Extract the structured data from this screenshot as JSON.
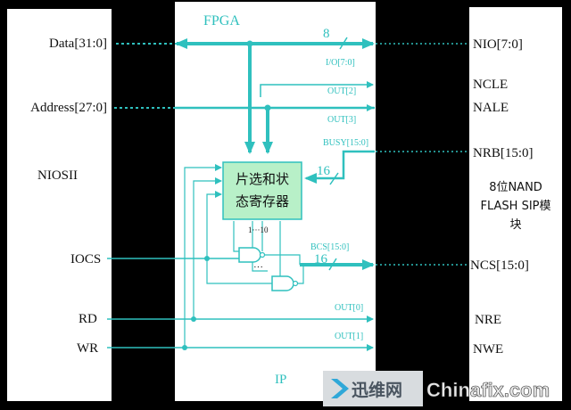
{
  "blocks": {
    "left": {
      "name": "NIOSII"
    },
    "center": {
      "title": "FPGA",
      "footer": "IP",
      "register_label": [
        "片选和状",
        "态寄存器"
      ]
    },
    "right": {
      "name": [
        "8位NAND",
        "FLASH SIP模",
        "块"
      ]
    }
  },
  "left_pins": [
    "Data[31:0]",
    "Address[27:0]",
    "IOCS",
    "RD",
    "WR"
  ],
  "right_pins": [
    "NIO[7:0]",
    "NCLE",
    "NALE",
    "NRB[15:0]",
    "NCS[15:0]",
    "NRE",
    "NWE"
  ],
  "signals": {
    "io": "I/O[7:0]",
    "io_width": "8",
    "out2": "OUT[2]",
    "out3": "OUT[3]",
    "busy": "BUSY[15:0]",
    "busy_width": "16",
    "bcs": "BCS[15:0]",
    "bcs_width": "16",
    "out0": "OUT[0]",
    "out1": "OUT[1]",
    "gate_index": "1···10",
    "ellipsis": "···"
  },
  "watermark": {
    "brand_cn": "迅维网",
    "brand_en": "Chinafix.com"
  },
  "colors": {
    "background": "#000000",
    "panel": "#ffffff",
    "wire": "#2fc0be",
    "register_fill": "#b8f0c8",
    "text": "#111111"
  }
}
